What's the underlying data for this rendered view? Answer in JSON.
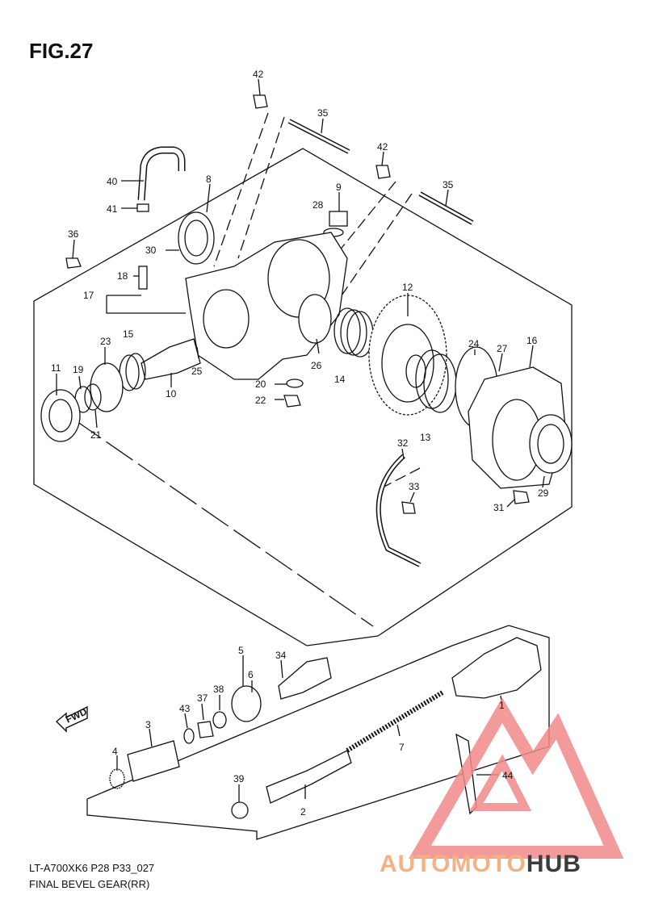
{
  "figure": {
    "title": "FIG.27",
    "model_code": "LT-A700XK6 P28 P33_027",
    "name": "FINAL BEVEL GEAR(RR)"
  },
  "watermark": {
    "part_a": "AUTOMOTO",
    "part_b": "HUB",
    "colors": {
      "accent": "#f28a8a",
      "text_light": "#f4b183",
      "text_dark": "#3c3c3c"
    }
  },
  "fwd_badge": "FWD",
  "callouts": {
    "c1": "1",
    "c2": "2",
    "c3": "3",
    "c4": "4",
    "c5": "5",
    "c6": "6",
    "c7": "7",
    "c8": "8",
    "c9": "9",
    "c10": "10",
    "c11": "11",
    "c12": "12",
    "c13": "13",
    "c14": "14",
    "c15": "15",
    "c16": "16",
    "c17": "17",
    "c18": "18",
    "c19": "19",
    "c20": "20",
    "c21": "21",
    "c22": "22",
    "c23": "23",
    "c24": "24",
    "c25": "25",
    "c26": "26",
    "c27": "27",
    "c28": "28",
    "c29": "29",
    "c30": "30",
    "c31": "31",
    "c32": "32",
    "c33": "33",
    "c34": "34",
    "c35a": "35",
    "c35b": "35",
    "c36": "36",
    "c37": "37",
    "c38": "38",
    "c39": "39",
    "c40": "40",
    "c41": "41",
    "c42a": "42",
    "c42b": "42",
    "c43": "43",
    "c44": "44"
  }
}
